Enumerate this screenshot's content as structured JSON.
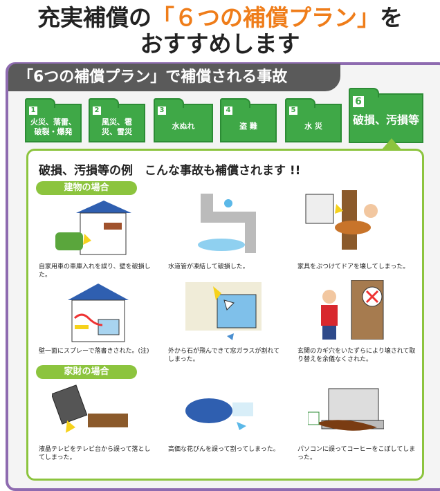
{
  "title": {
    "line1_pre": "充実補償の",
    "line1_highlight": "「６つの補償プラン」",
    "line1_post": "を",
    "line2": "おすすめします"
  },
  "banner": "「6つの補償プラン」で補償される事故",
  "tabs": [
    {
      "num": "1",
      "label": "火災、落雷、破裂・爆発"
    },
    {
      "num": "2",
      "label": "風災、雹災、雪災"
    },
    {
      "num": "3",
      "label": "水ぬれ"
    },
    {
      "num": "4",
      "label": "盗 難"
    },
    {
      "num": "5",
      "label": "水 災"
    },
    {
      "num": "6",
      "label": "破損、汚損等"
    }
  ],
  "panel": {
    "heading": "破損、汚損等の例　こんな事故も補償されます !!",
    "sections": [
      {
        "label": "建物の場合"
      },
      {
        "label": "家財の場合"
      }
    ],
    "examples": [
      "自家用車の車庫入れを誤り、壁を破損した。",
      "水道管が凍結して破損した。",
      "家具をぶつけてドアを壊してしまった。",
      "壁一面にスプレーで落書きされた。(注)",
      "外から石が飛んできて窓ガラスが割れてしまった。",
      "玄関のカギ穴をいたずらにより壊されて取り替えを余儀なくされた。",
      "液晶テレビをテレビ台から誤って落としてしまった。",
      "高価な花びんを誤って割ってしまった。",
      "パソコンに誤ってコーヒーをこぼしてしまった。"
    ]
  }
}
